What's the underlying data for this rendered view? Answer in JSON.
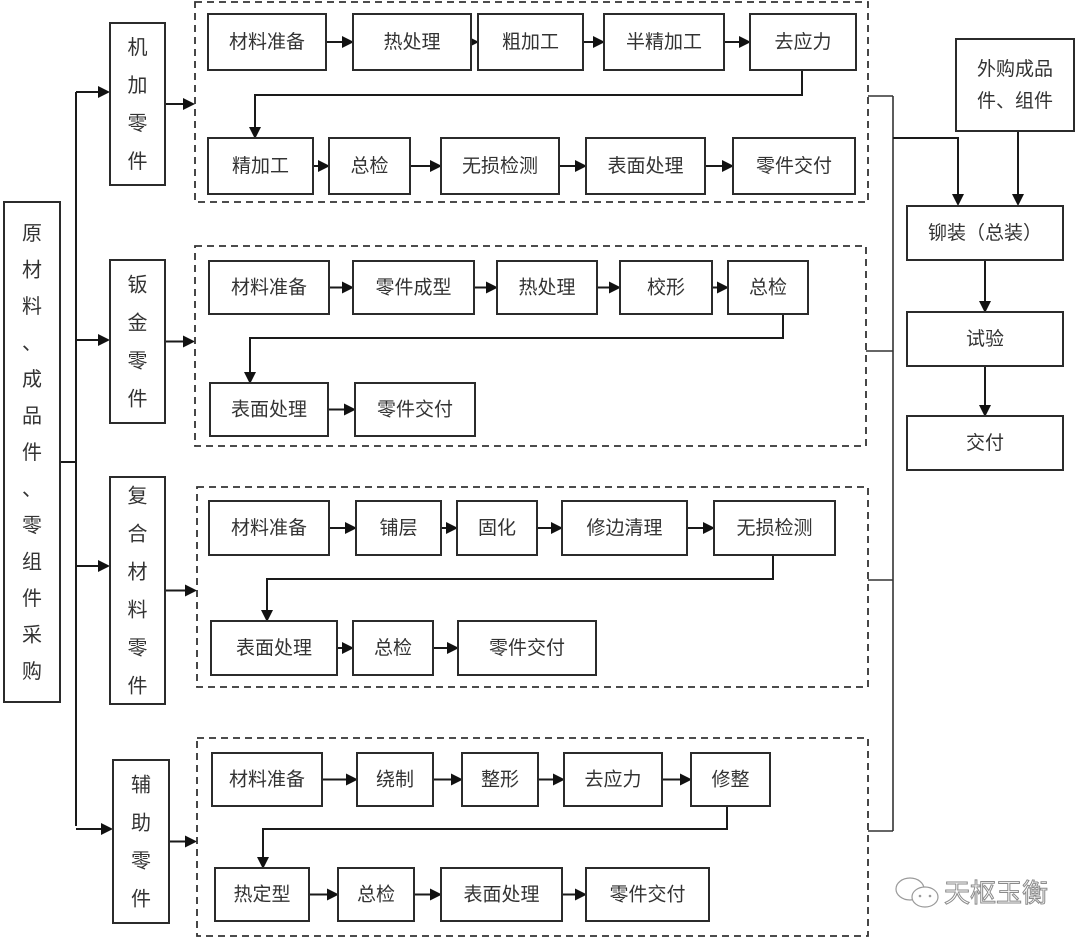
{
  "diagram": {
    "source": {
      "label": "原材料、成品件、零组件采购"
    },
    "categories": [
      {
        "id": "machined",
        "label": "机加零件",
        "row1": [
          "材料准备",
          "热处理",
          "粗加工",
          "半精加工",
          "去应力"
        ],
        "row2": [
          "精加工",
          "总检",
          "无损检测",
          "表面处理",
          "零件交付"
        ]
      },
      {
        "id": "sheet-metal",
        "label": "钣金零件",
        "row1": [
          "材料准备",
          "零件成型",
          "热处理",
          "校形",
          "总检"
        ],
        "row2": [
          "表面处理",
          "零件交付"
        ]
      },
      {
        "id": "composite",
        "label": "复合材料零件",
        "row1": [
          "材料准备",
          "铺层",
          "固化",
          "修边清理",
          "无损检测"
        ],
        "row2": [
          "表面处理",
          "总检",
          "零件交付"
        ]
      },
      {
        "id": "auxiliary",
        "label": "辅助零件",
        "row1": [
          "材料准备",
          "绕制",
          "整形",
          "去应力",
          "修整"
        ],
        "row2": [
          "热定型",
          "总检",
          "表面处理",
          "零件交付"
        ]
      }
    ],
    "purchased": {
      "line1": "外购成品",
      "line2": "件、组件"
    },
    "assembly": [
      "铆装（总装）",
      "试验",
      "交付"
    ]
  },
  "watermark": {
    "icon": "wechat-icon",
    "text": "天枢玉衡"
  }
}
